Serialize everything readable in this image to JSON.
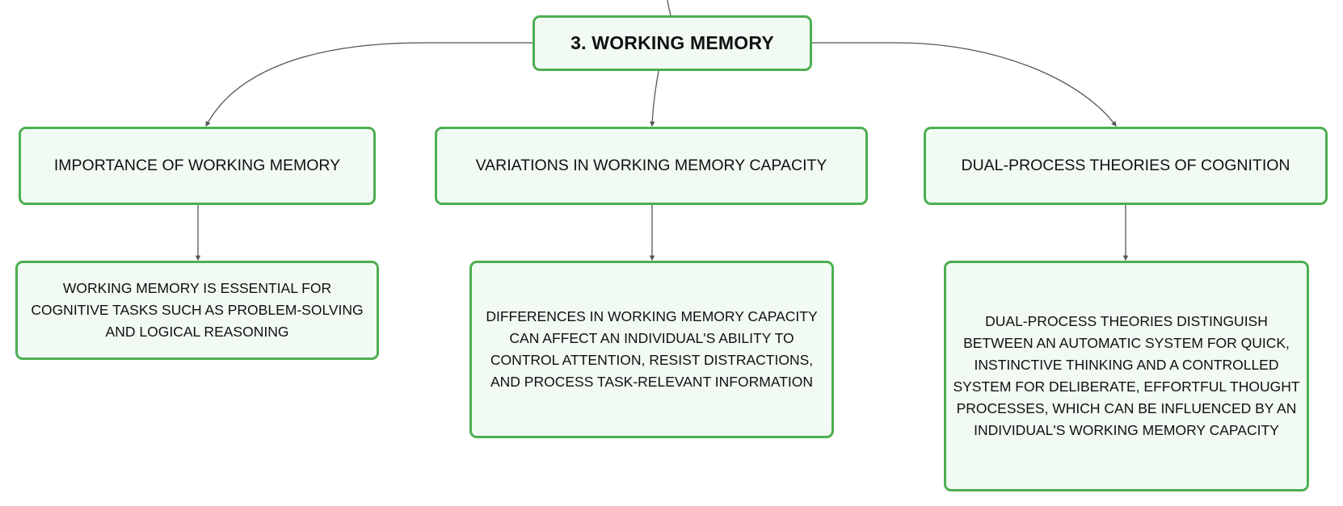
{
  "diagram": {
    "root": {
      "label": "3. WORKING MEMORY"
    },
    "branches": [
      {
        "title": "IMPORTANCE OF WORKING MEMORY",
        "detail": "WORKING MEMORY IS ESSENTIAL FOR COGNITIVE TASKS SUCH AS PROBLEM-SOLVING AND LOGICAL REASONING"
      },
      {
        "title": "VARIATIONS IN WORKING MEMORY CAPACITY",
        "detail": "DIFFERENCES IN WORKING MEMORY CAPACITY CAN AFFECT AN INDIVIDUAL'S ABILITY TO CONTROL ATTENTION, RESIST DISTRACTIONS, AND PROCESS TASK-RELEVANT INFORMATION"
      },
      {
        "title": "DUAL-PROCESS THEORIES OF COGNITION",
        "detail": "DUAL-PROCESS THEORIES DISTINGUISH BETWEEN AN AUTOMATIC SYSTEM FOR QUICK, INSTINCTIVE THINKING AND A CONTROLLED SYSTEM FOR DELIBERATE, EFFORTFUL THOUGHT PROCESSES, WHICH CAN BE INFLUENCED BY AN INDIVIDUAL'S WORKING MEMORY CAPACITY"
      }
    ]
  },
  "colors": {
    "node_border": "#4caf50",
    "node_fill": "#f1faf3",
    "connector": "#555555"
  }
}
